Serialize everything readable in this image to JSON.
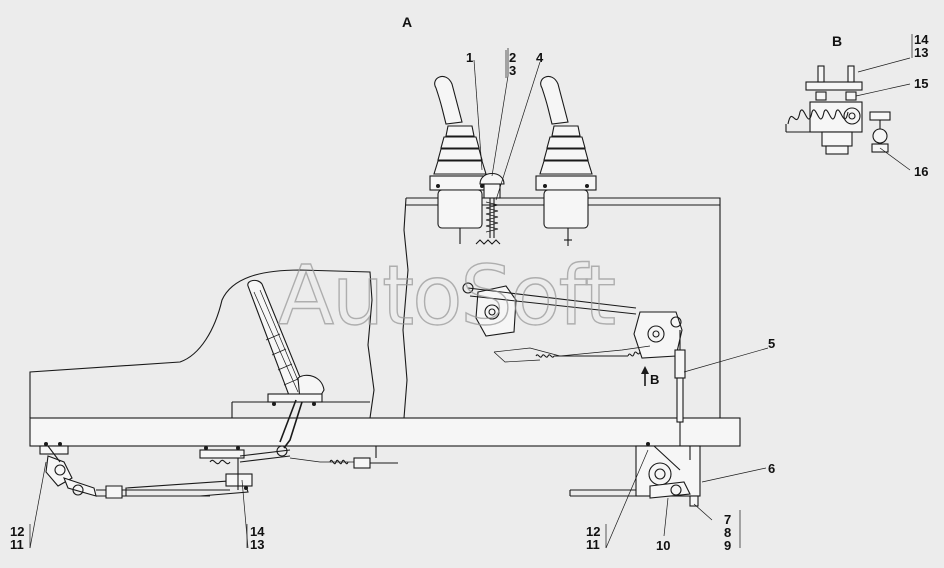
{
  "view_labels": {
    "main": "A",
    "inset": "B",
    "arrow_marker": "B"
  },
  "callouts": {
    "c1": "1",
    "c2": "2",
    "c3": "3",
    "c4": "4",
    "c5": "5",
    "c6": "6",
    "c7": "7",
    "c8": "8",
    "c9": "9",
    "c10": "10",
    "c11_left": "11",
    "c12_left": "12",
    "c13_mid": "13",
    "c14_mid": "14",
    "c11_right": "11",
    "c12_right": "12",
    "c13_inset": "13",
    "c14_inset": "14",
    "c15": "15",
    "c16": "16"
  },
  "watermark": "AutoSoft"
}
